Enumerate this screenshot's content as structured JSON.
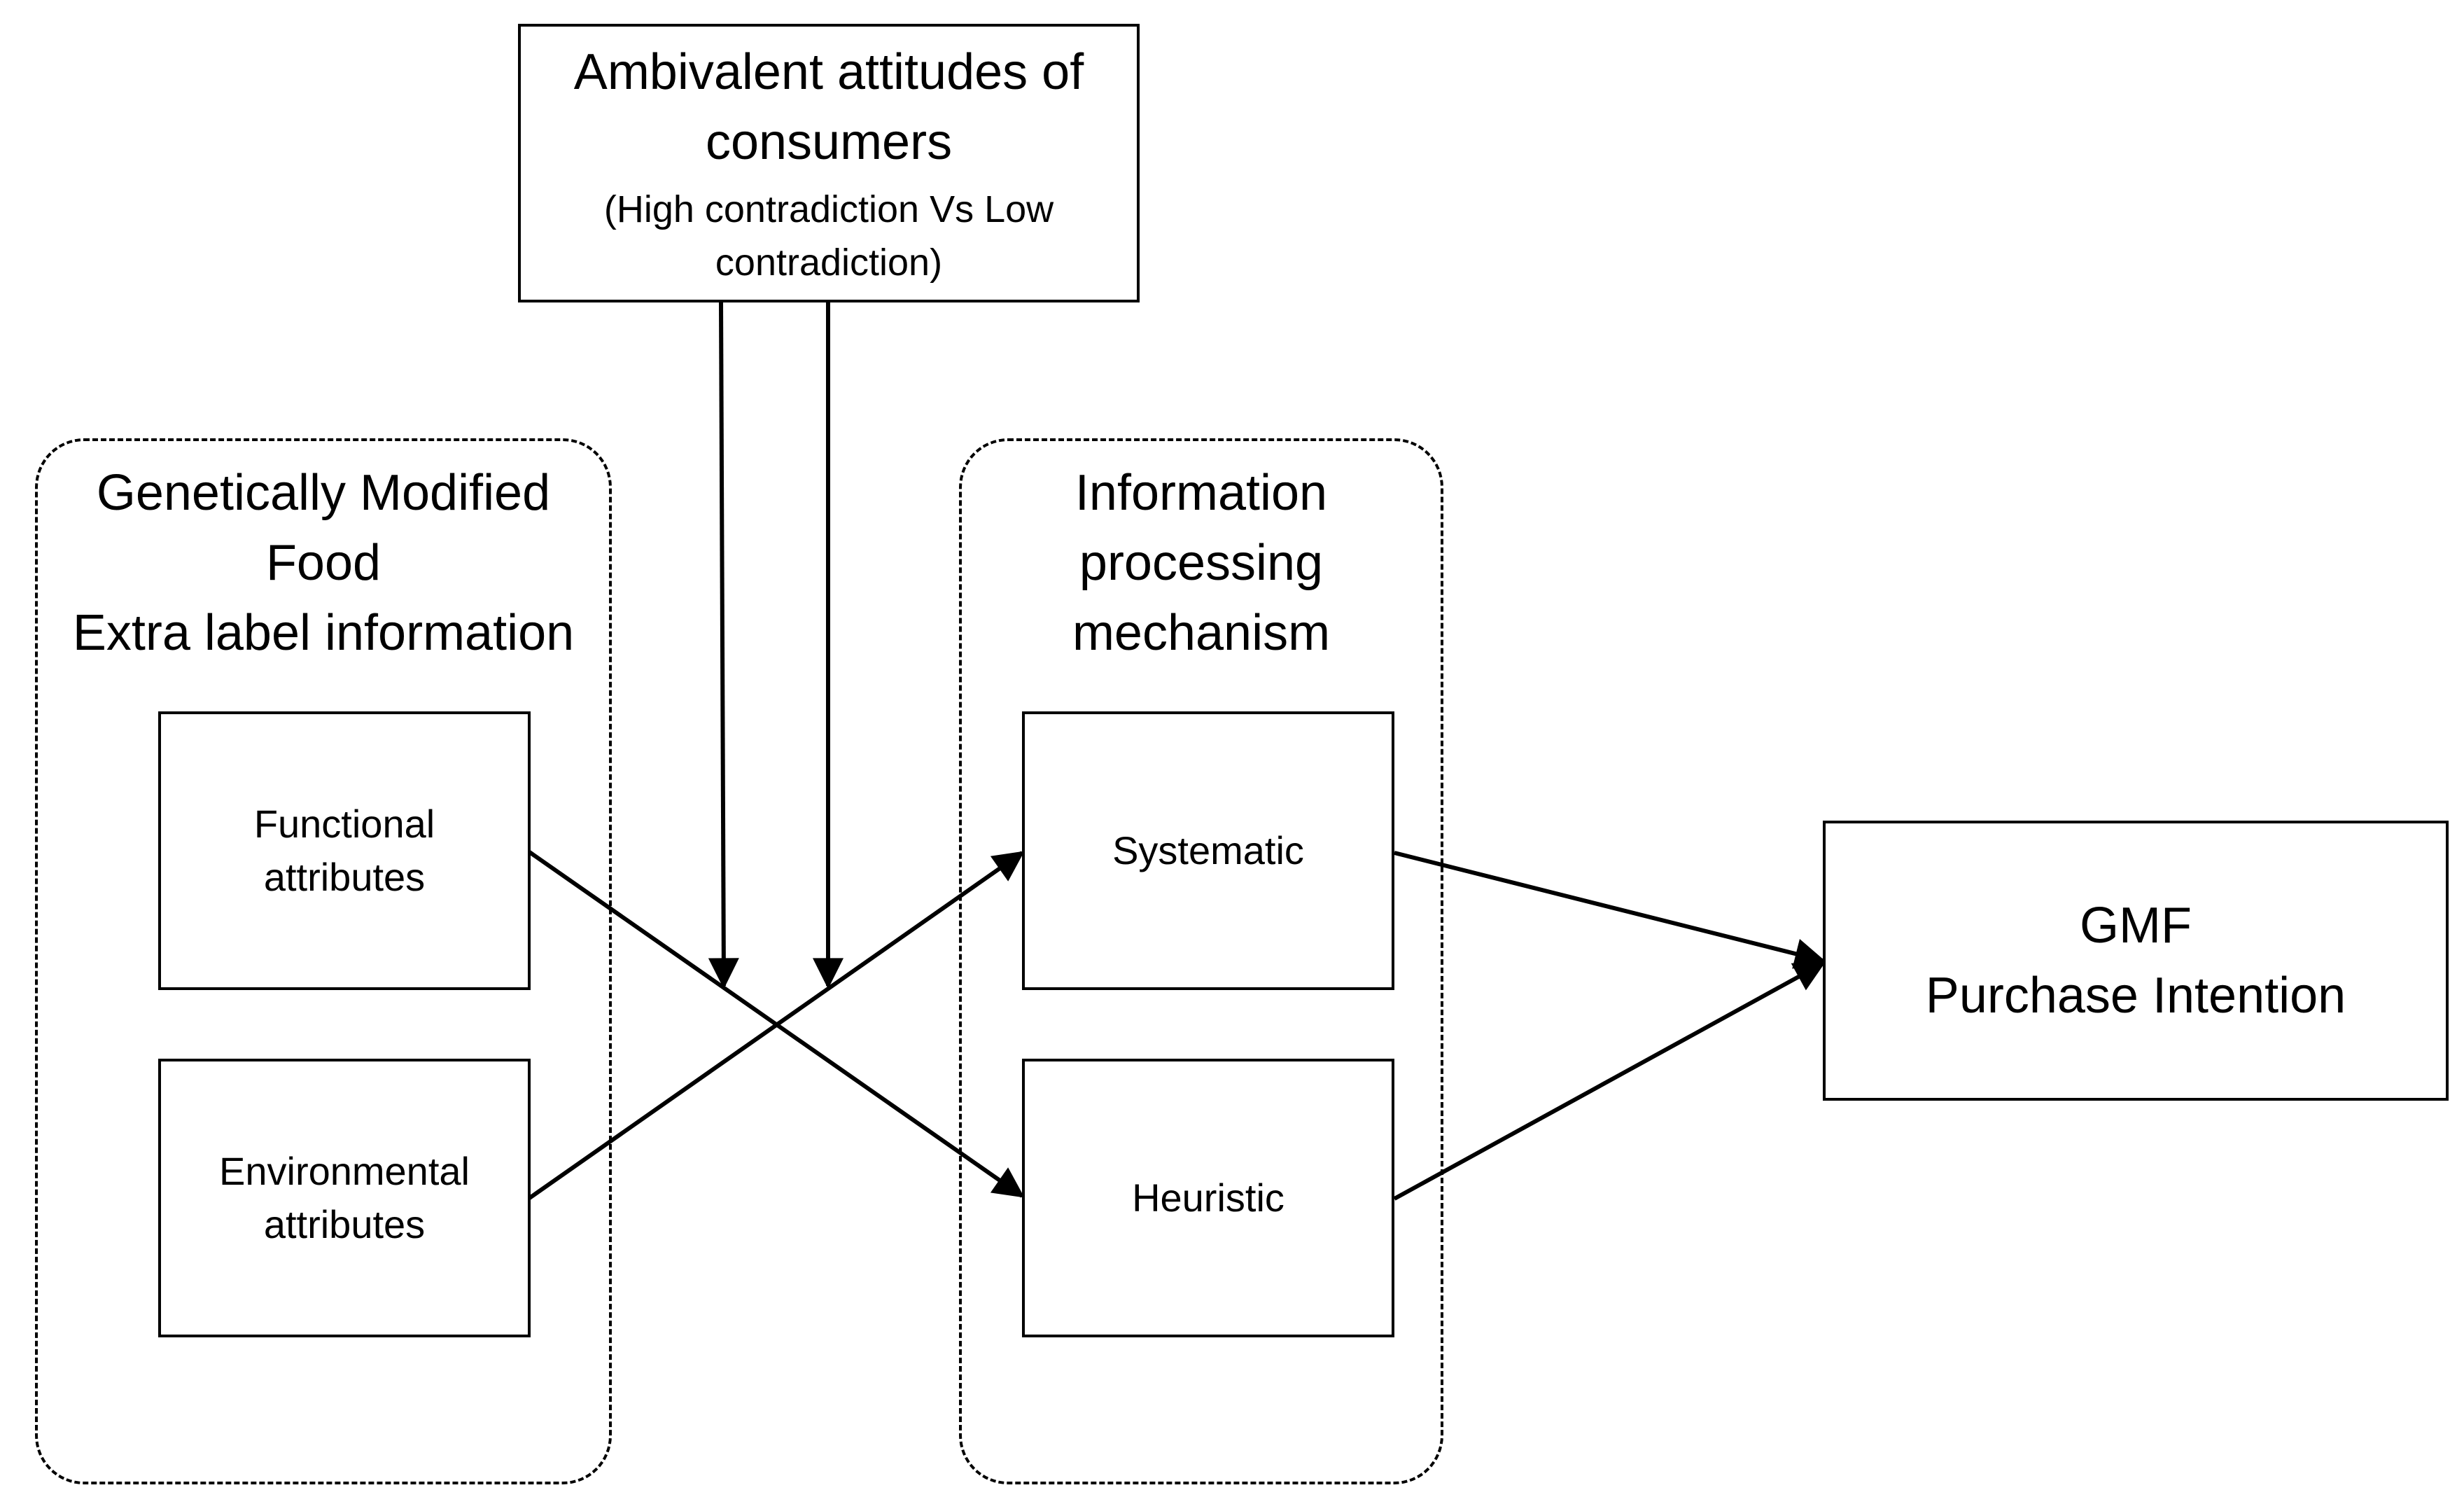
{
  "moderator": {
    "title": "Ambivalent attitudes of\nconsumers",
    "subtitle": "(High contradiction Vs Low\ncontradiction)"
  },
  "left_group": {
    "title": "Genetically Modified\nFood\nExtra label information",
    "items": [
      {
        "label": "Functional\nattributes"
      },
      {
        "label": "Environmental\nattributes"
      }
    ]
  },
  "middle_group": {
    "title": "Information\nprocessing\nmechanism",
    "items": [
      {
        "label": "Systematic"
      },
      {
        "label": "Heuristic"
      }
    ]
  },
  "outcome": {
    "label": "GMF\nPurchase Intention"
  },
  "colors": {
    "stroke": "#000000",
    "background": "#ffffff"
  }
}
